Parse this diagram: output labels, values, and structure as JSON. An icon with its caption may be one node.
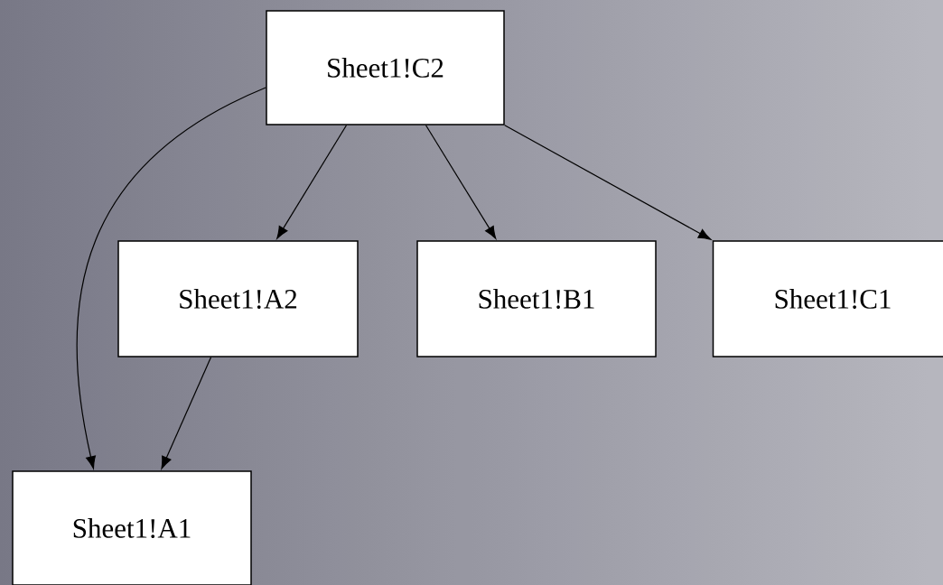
{
  "diagram": {
    "nodes": [
      {
        "text": [
          "Sheet1!C2"
        ]
      },
      {
        "text": [
          "Sheet1!A2"
        ]
      },
      {
        "text": [
          "Sheet1!B1"
        ]
      },
      {
        "text": [
          "Sheet1!C1"
        ]
      },
      {
        "text": [
          "Sheet1!A1"
        ]
      }
    ],
    "edges": [
      {
        "from": 0,
        "to": 4,
        "arrow": "to"
      },
      {
        "from": 0,
        "to": 1,
        "arrow": "to"
      },
      {
        "from": 0,
        "to": 2,
        "arrow": "to"
      },
      {
        "from": 0,
        "to": 3,
        "arrow": "to"
      },
      {
        "from": 1,
        "to": 4,
        "arrow": "to"
      }
    ]
  }
}
